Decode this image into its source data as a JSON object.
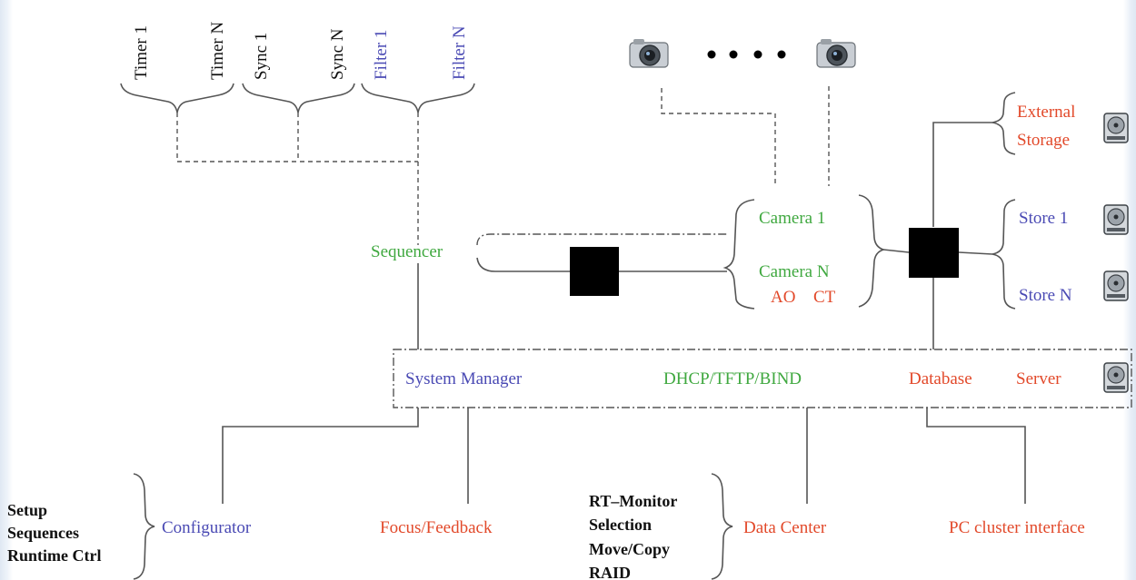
{
  "top_components": {
    "timer_1": "Timer 1",
    "timer_n": "Timer N",
    "sync_1": "Sync 1",
    "sync_n": "Sync N",
    "filter_1": "Filter 1",
    "filter_n": "Filter N"
  },
  "camera_ellipsis": "• • • •",
  "nodes": {
    "sequencer": "Sequencer",
    "camera_1": "Camera 1",
    "camera_n": "Camera N",
    "ao": "AO",
    "ct": "CT",
    "external_storage_line1": "External",
    "external_storage_line2": "Storage",
    "store_1": "Store 1",
    "store_n": "Store N"
  },
  "server_bar": {
    "system_manager": "System Manager",
    "dhcp": "DHCP/TFTP/BIND",
    "database": "Database",
    "server": "Server"
  },
  "bottom": {
    "setup_items": [
      "Setup",
      "Sequences",
      "Runtime Ctrl"
    ],
    "configurator": "Configurator",
    "focus_feedback": "Focus/Feedback",
    "rt_items": [
      "RT–Monitor",
      "Selection",
      "Move/Copy",
      "RAID"
    ],
    "data_center": "Data Center",
    "pc_cluster": "PC cluster interface"
  },
  "icons": {
    "camera": "camera-icon",
    "hard_drive": "hard-drive-icon"
  },
  "colors": {
    "green": "#3fa83f",
    "blue": "#4a4ab4",
    "red": "#e2492a",
    "black": "#111111"
  }
}
